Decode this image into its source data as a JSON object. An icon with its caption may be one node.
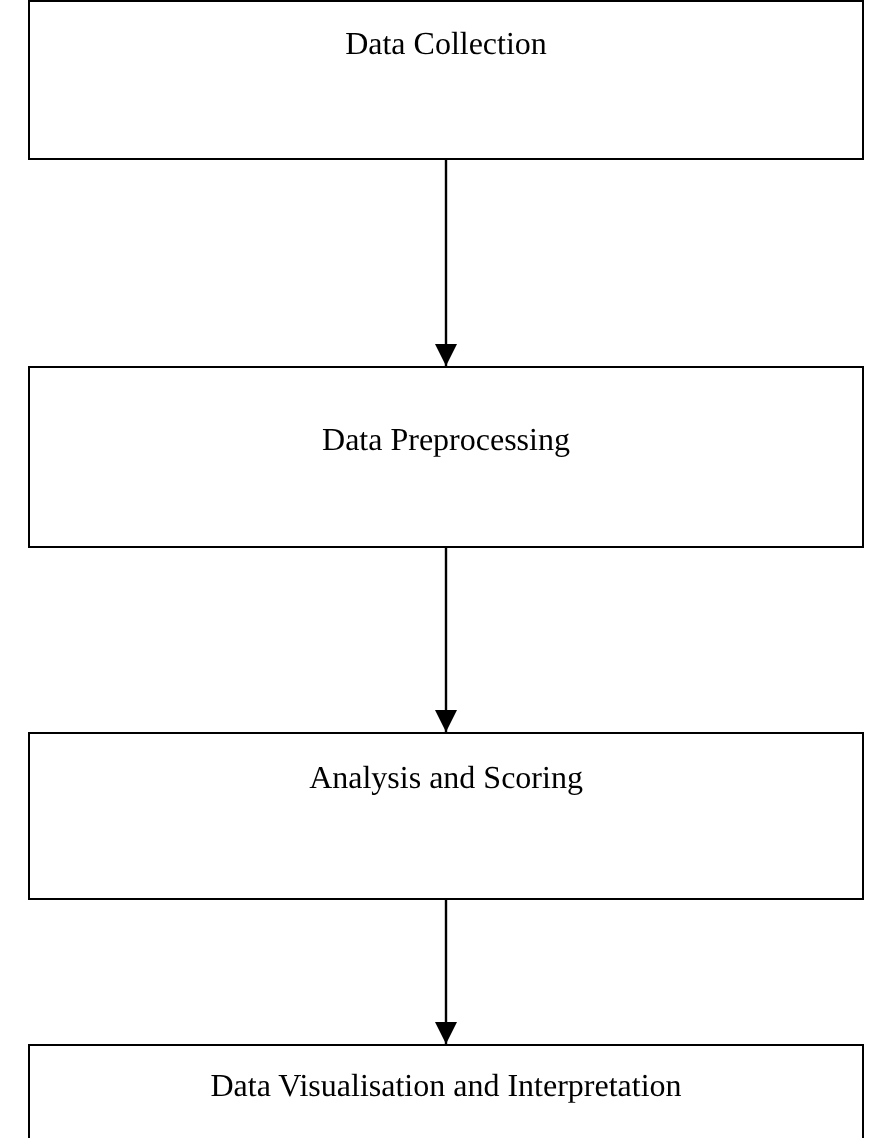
{
  "diagram": {
    "nodes": [
      {
        "text": [
          "Data Collection"
        ]
      },
      {
        "text": [
          "Data Preprocessing"
        ]
      },
      {
        "text": [
          "Analysis and Scoring"
        ]
      },
      {
        "text": [
          "Data Visualisation and Interpretation"
        ]
      }
    ],
    "edges": [
      {
        "from": 0,
        "to": 1,
        "arrow": "to"
      },
      {
        "from": 1,
        "to": 2,
        "arrow": "to"
      },
      {
        "from": 2,
        "to": 3,
        "arrow": "to"
      }
    ]
  }
}
